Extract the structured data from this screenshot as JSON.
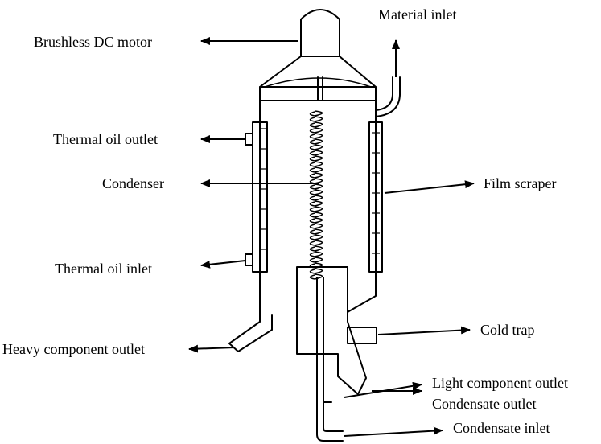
{
  "labels": {
    "material_inlet": "Material inlet",
    "brushless_dc_motor": "Brushless DC motor",
    "thermal_oil_outlet": "Thermal oil outlet",
    "condenser": "Condenser",
    "film_scraper": "Film scraper",
    "thermal_oil_inlet": "Thermal oil inlet",
    "heavy_component_outlet": "Heavy component outlet",
    "cold_trap": "Cold trap",
    "light_component_outlet": "Light component outlet",
    "condensate_outlet": "Condensate outlet",
    "condensate_inlet": "Condensate inlet"
  },
  "colors": {
    "stroke": "#000000",
    "background": "#ffffff"
  }
}
